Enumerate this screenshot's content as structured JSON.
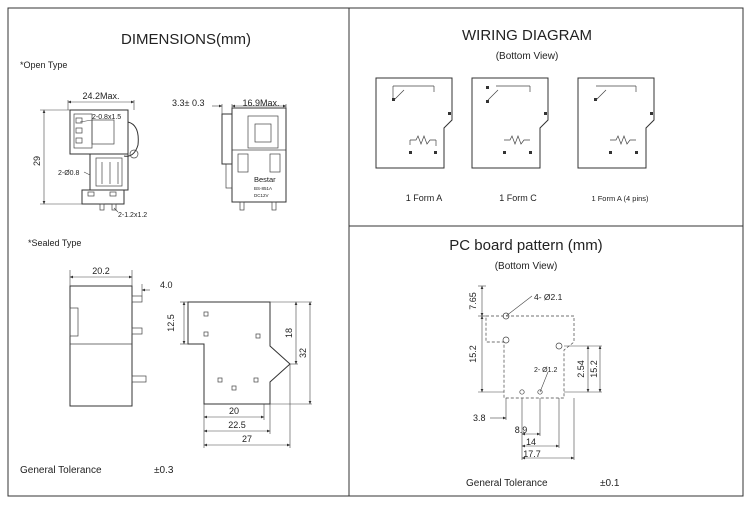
{
  "dimensions": {
    "title": "DIMENSIONS(mm)",
    "open_type": {
      "label": "*Open Type",
      "width_max": "24.2Max.",
      "hole_a": "2-0.8x1.5",
      "height": "29",
      "hole_b": "2-Ø0.8",
      "hole_c": "2-1.2x1.2",
      "offset": "3.3± 0.3",
      "depth_max": "16.9Max.",
      "brand": "Bestar",
      "model": "BS-851A",
      "rating": "DC12V"
    },
    "sealed_type": {
      "label": "*Sealed Type",
      "width": "20.2",
      "pin_gap": "4.0",
      "h1": "12.5",
      "h2": "18",
      "h3": "32",
      "w1": "20",
      "w2": "22.5",
      "w3": "27"
    },
    "tolerance_label": "General  Tolerance",
    "tolerance_value": "±0.3"
  },
  "wiring": {
    "title": "WIRING    DIAGRAM",
    "subtitle": "(Bottom   View)",
    "forms": [
      {
        "label": "1  Form   A"
      },
      {
        "label": "1  Form   C"
      },
      {
        "label": "1 Form A (4 pins)"
      }
    ]
  },
  "pcb": {
    "title": "PC  board   pattern  (mm)",
    "subtitle": "(Bottom   View)",
    "holes_large": "4- Ø2.1",
    "holes_small": "2- Ø1.2",
    "dims": {
      "d765": "7.65",
      "d152a": "15.2",
      "d254": "2.54",
      "d152b": "15.2",
      "d38": "3.8",
      "d89": "8.9",
      "d14": "14",
      "d177": "17.7"
    },
    "tolerance_label": "General  Tolerance",
    "tolerance_value": "±0.1"
  }
}
